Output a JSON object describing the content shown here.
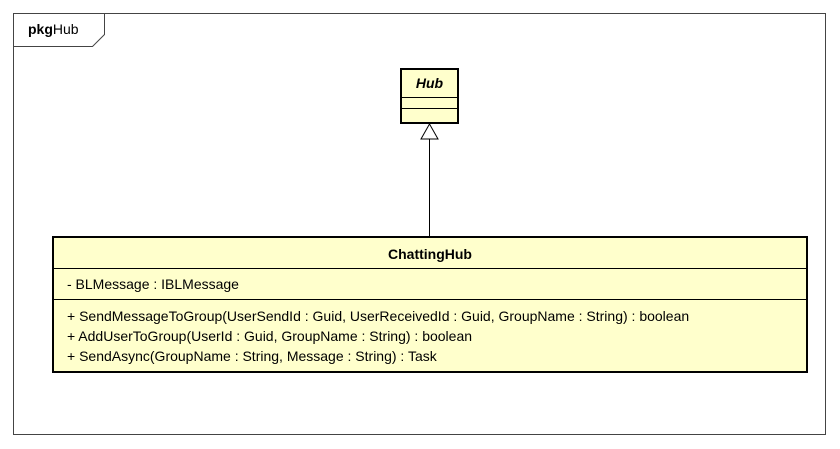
{
  "package": {
    "keyword": "pkg",
    "name": "Hub"
  },
  "classes": {
    "hub": {
      "name": "Hub",
      "abstract": true
    },
    "chatting_hub": {
      "name": "ChattingHub",
      "attributes": [
        "- BLMessage : IBLMessage"
      ],
      "operations": [
        "+ SendMessageToGroup(UserSendId : Guid, UserReceivedId : Guid, GroupName : String) : boolean",
        "+ AddUserToGroup(UserId : Guid, GroupName : String) : boolean",
        "+ SendAsync(GroupName : String, Message : String) : Task"
      ]
    }
  },
  "relationships": [
    {
      "type": "generalization",
      "from": "ChattingHub",
      "to": "Hub"
    }
  ],
  "colors": {
    "class_fill": "#ffffcc",
    "border": "#000000"
  }
}
